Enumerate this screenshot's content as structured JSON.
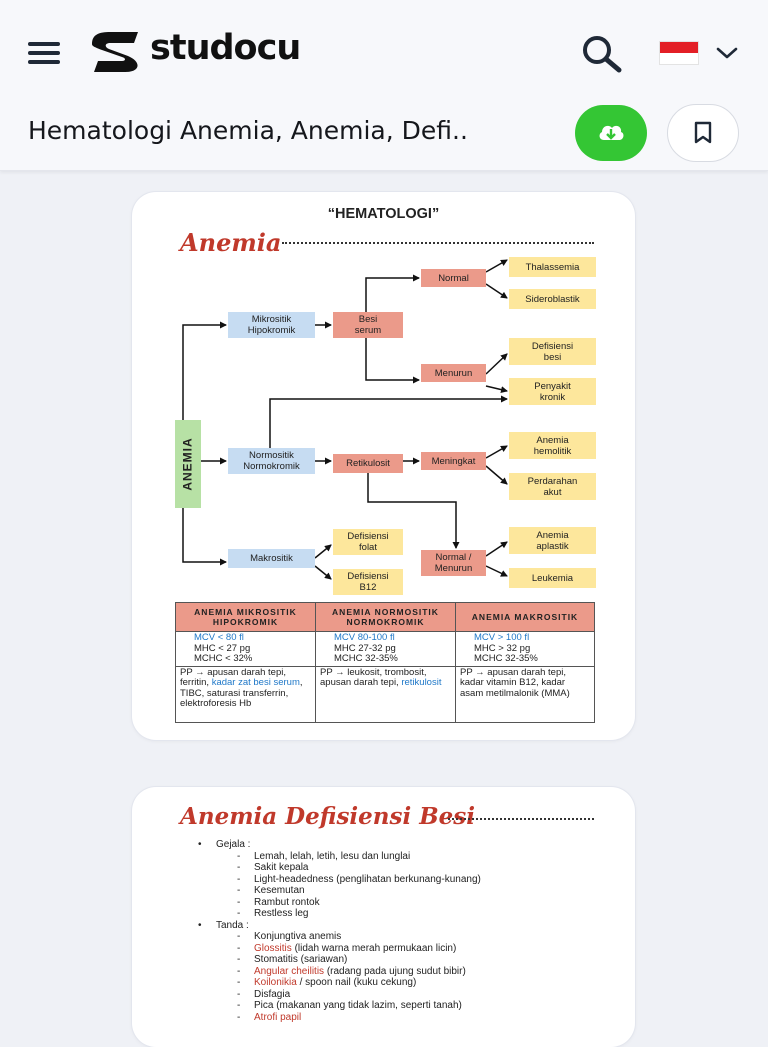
{
  "app": {
    "logo_text": "studocu"
  },
  "document": {
    "title": "Hematologi Anemia, Anemia, Defi..",
    "page1": {
      "header": "“HEMATOLOGI”",
      "section_title": "Anemia",
      "flow": {
        "root": "ANEMIA",
        "mikro": "Mikrositik\nHipokromik",
        "normo": "Normositik\nNormokromik",
        "makro": "Makrositik",
        "besi_serum": "Besi\nserum",
        "retikulosit": "Retikulosit",
        "normal": "Normal",
        "menurun": "Menurun",
        "meningkat": "Meningkat",
        "normal_menurun": "Normal /\nMenurun",
        "def_folat": "Defisiensi\nfolat",
        "def_b12": "Defisiensi\nB12",
        "thalassemia": "Thalassemia",
        "sideroblastik": "Sideroblastik",
        "def_besi": "Defisiensi\nbesi",
        "penyakit_kronik": "Penyakit\nkronik",
        "anemia_hemolitik": "Anemia\nhemolitik",
        "perdarahan_akut": "Perdarahan\nakut",
        "anemia_aplastik": "Anemia\naplastik",
        "leukemia": "Leukemia"
      },
      "table": {
        "headers": [
          "ANEMIA MIKROSITIK HIPOKROMIK",
          "ANEMIA NORMOSITIK NORMOKROMIK",
          "ANEMIA MAKROSITIK"
        ],
        "labs": [
          [
            "MCV < 80 fl",
            "MHC < 27 pg",
            "MCHC < 32%"
          ],
          [
            "MCV 80-100 fl",
            "MHC 27-32 pg",
            "MCHC 32-35%"
          ],
          [
            "MCV > 100 fl",
            "MHC > 32 pg",
            "MCHC 32-35%"
          ]
        ],
        "pp": [
          {
            "a": "PP → apusan darah tepi, ferritin, ",
            "hl": "kadar zat besi serum",
            "b": ", TIBC, saturasi transferrin, elektroforesis Hb"
          },
          {
            "a": "PP → leukosit, trombosit, apusan darah tepi, ",
            "hl": "retikulosit",
            "b": ""
          },
          {
            "a": "PP → apusan darah tepi, kadar vitamin B12, kadar asam metilmalonik (MMA)",
            "hl": "",
            "b": ""
          }
        ]
      }
    },
    "page2": {
      "section_title": "Anemia Defisiensi Besi",
      "gejala_label": "Gejala :",
      "gejala": [
        "Lemah, lelah, letih, lesu dan lunglai",
        "Sakit kepala",
        "Light-headedness (penglihatan berkunang-kunang)",
        "Kesemutan",
        "Rambut rontok",
        "Restless leg"
      ],
      "tanda_label": "Tanda :",
      "tanda": [
        {
          "hl": "",
          "text": "Konjungtiva anemis"
        },
        {
          "hl": "Glossitis",
          "text": " (lidah warna merah permukaan licin)"
        },
        {
          "hl": "",
          "text": "Stomatitis (sariawan)"
        },
        {
          "hl": "Angular cheilitis",
          "text": " (radang pada ujung sudut bibir)"
        },
        {
          "hl": "Koilonikia",
          "text": " / spoon nail (kuku cekung)"
        },
        {
          "hl": "",
          "text": "Disfagia"
        },
        {
          "hl": "",
          "text": "Pica (makanan yang tidak lazim, seperti tanah)"
        },
        {
          "hl": "Atrofi papil",
          "text": ""
        }
      ]
    }
  },
  "colors": {
    "brand_green": "#34c634",
    "script_red": "#c0392b",
    "box_blue": "#c6dcf2",
    "box_red": "#eb9a8a",
    "box_yellow": "#fde79c",
    "box_green": "#b7e1a5",
    "link_blue": "#1f78c8"
  },
  "icons": {
    "menu": "hamburger-icon",
    "search": "search-icon",
    "language": "indonesia-flag-icon",
    "download": "cloud-download-icon",
    "bookmark": "bookmark-icon"
  }
}
